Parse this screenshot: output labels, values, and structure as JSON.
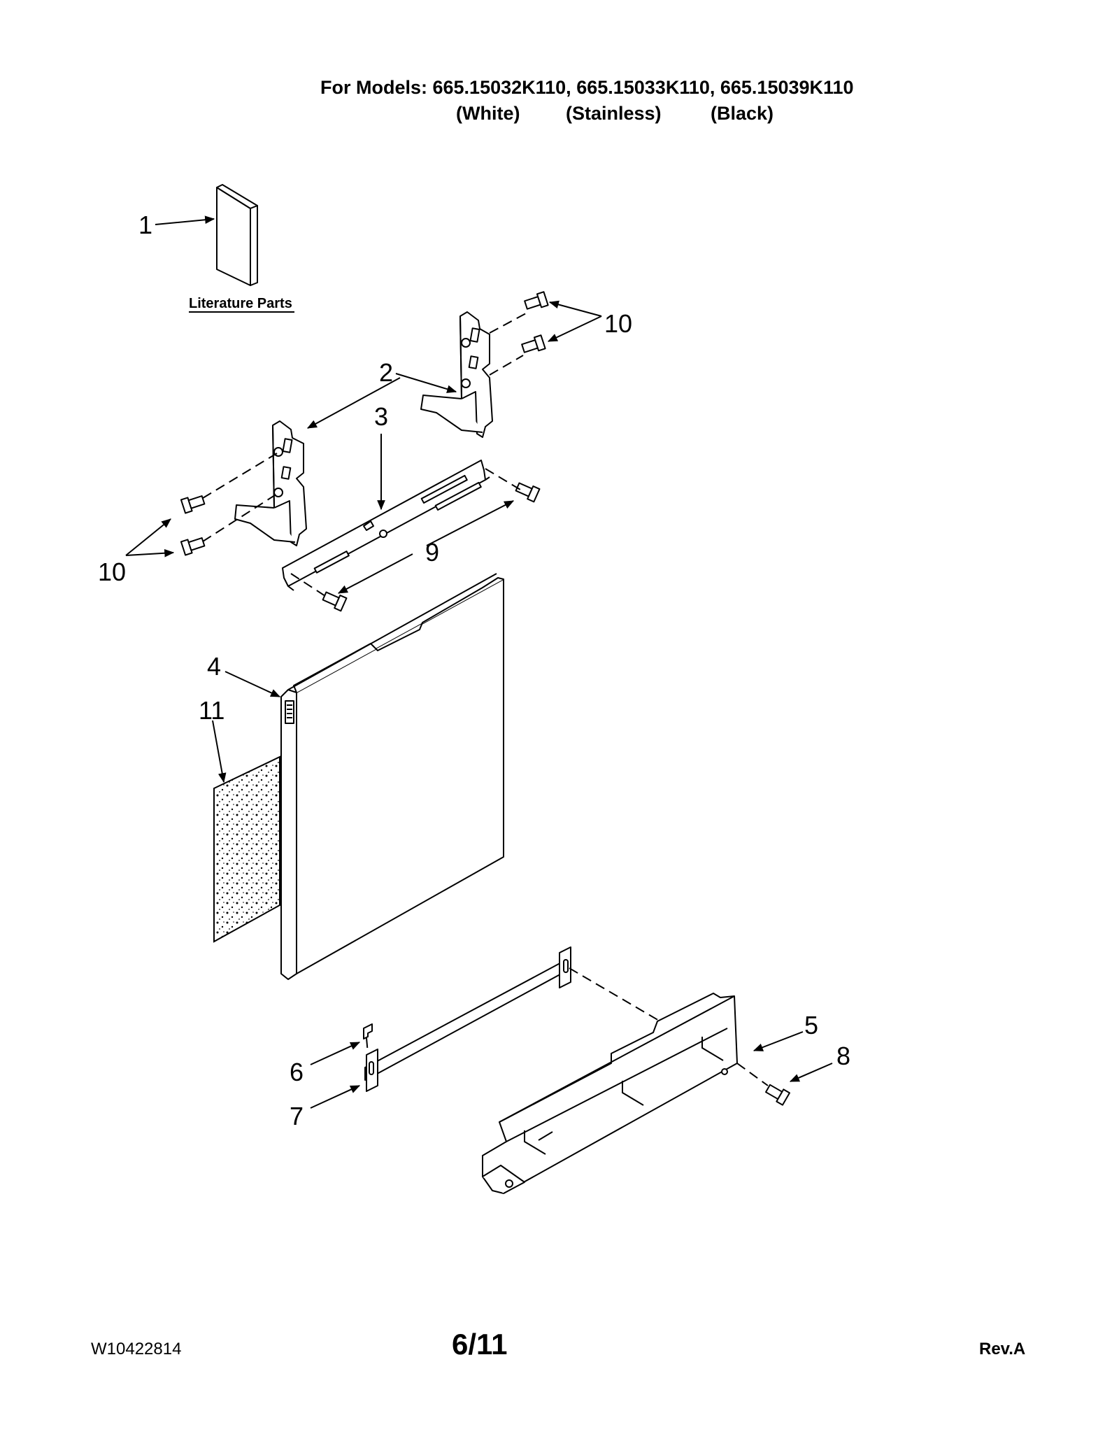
{
  "header": {
    "models_line": "For Models: 665.15032K110, 665.15033K110, 665.15039K110",
    "variants": [
      "(White)",
      "(Stainless)",
      "(Black)"
    ]
  },
  "literature_label": "Literature Parts",
  "callouts": [
    {
      "id": "1",
      "label": "1"
    },
    {
      "id": "2",
      "label": "2"
    },
    {
      "id": "3",
      "label": "3"
    },
    {
      "id": "4",
      "label": "4"
    },
    {
      "id": "5",
      "label": "5"
    },
    {
      "id": "6",
      "label": "6"
    },
    {
      "id": "7",
      "label": "7"
    },
    {
      "id": "8",
      "label": "8"
    },
    {
      "id": "9",
      "label": "9"
    },
    {
      "id": "10a",
      "label": "10"
    },
    {
      "id": "10b",
      "label": "10"
    },
    {
      "id": "11",
      "label": "11"
    }
  ],
  "footer": {
    "doc_number": "W10422814",
    "page": "6/11",
    "revision": "Rev.A"
  }
}
